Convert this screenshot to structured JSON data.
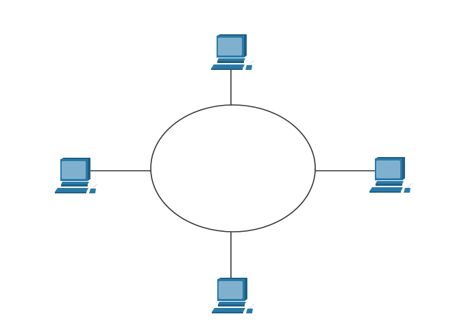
{
  "diagram": {
    "type": "ring-topology",
    "colors": {
      "link": "#333333",
      "ring": "#333333",
      "pc_dark": "#1f5f85",
      "pc_mid": "#2a7aa8",
      "pc_screen": "#7fb1cf",
      "background": "#ffffff"
    },
    "nodes": [
      {
        "id": "pc-top",
        "icon": "desktop-computer-icon"
      },
      {
        "id": "pc-left",
        "icon": "desktop-computer-icon"
      },
      {
        "id": "pc-right",
        "icon": "desktop-computer-icon"
      },
      {
        "id": "pc-bottom",
        "icon": "desktop-computer-icon"
      }
    ],
    "links": [
      {
        "from": "pc-top",
        "to": "ring"
      },
      {
        "from": "pc-left",
        "to": "ring"
      },
      {
        "from": "pc-right",
        "to": "ring"
      },
      {
        "from": "pc-bottom",
        "to": "ring"
      }
    ]
  }
}
